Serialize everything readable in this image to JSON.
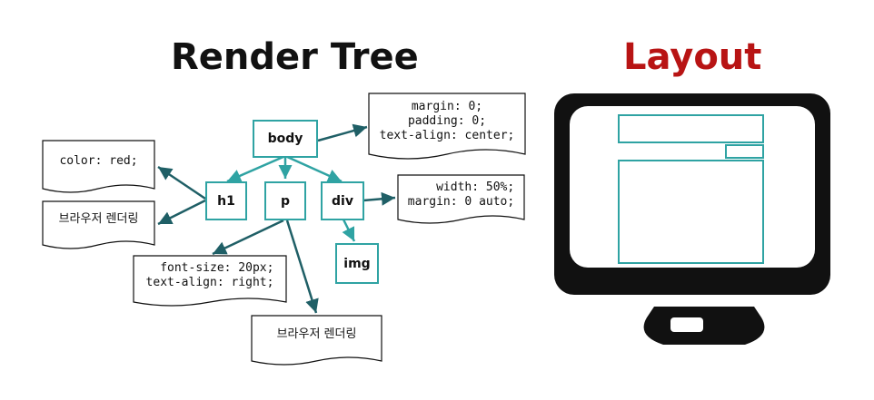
{
  "titles": {
    "render_tree": "Render Tree",
    "layout": "Layout"
  },
  "nodes": {
    "body": "body",
    "h1": "h1",
    "p": "p",
    "div": "div",
    "img": "img"
  },
  "notes": {
    "body_css": "margin: 0;\npadding: 0;\ntext-align: center;",
    "h1_color": "color: red;",
    "h1_text": "브라우저 렌더링",
    "div_css": "width: 50%;\nmargin: 0 auto;",
    "p_css": "font-size: 20px;\ntext-align: right;",
    "p_text": "브라우저 렌더링"
  },
  "colors": {
    "teal": "#2fa3a3",
    "dark_teal": "#1f5f66",
    "title_black": "#111111",
    "title_red": "#b81414",
    "monitor": "#111111"
  }
}
